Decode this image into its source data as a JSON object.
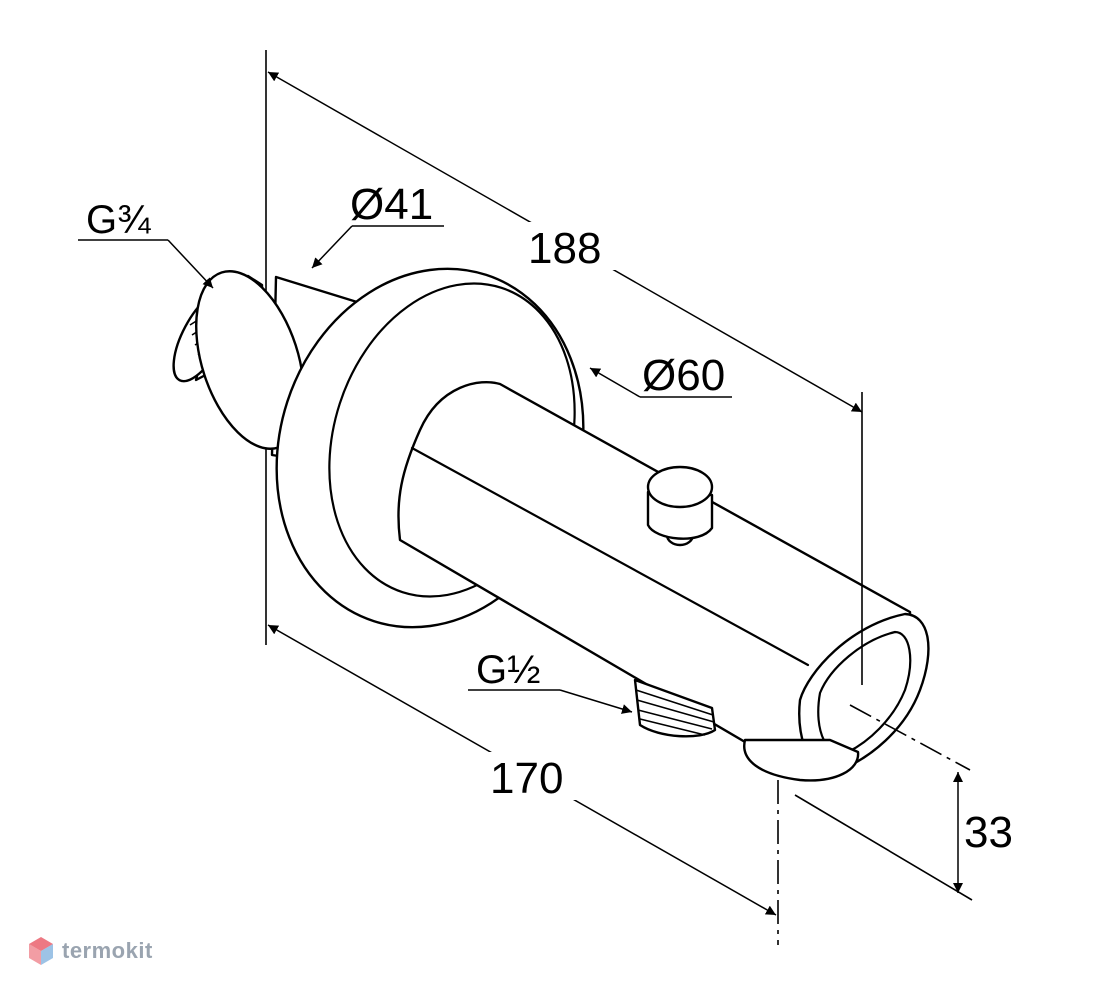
{
  "dimensions": {
    "overall_length": "188",
    "body_length": "170",
    "height_offset": "33",
    "flange_diameter": "Ø60",
    "neck_diameter": "Ø41"
  },
  "threads": {
    "inlet": {
      "base": "G",
      "fraction": "¾"
    },
    "outlet": {
      "base": "G",
      "fraction": "½"
    }
  },
  "watermark": {
    "brand": "termokit",
    "logo_colors": [
      "#e74c5a",
      "#5b9bd5"
    ]
  }
}
